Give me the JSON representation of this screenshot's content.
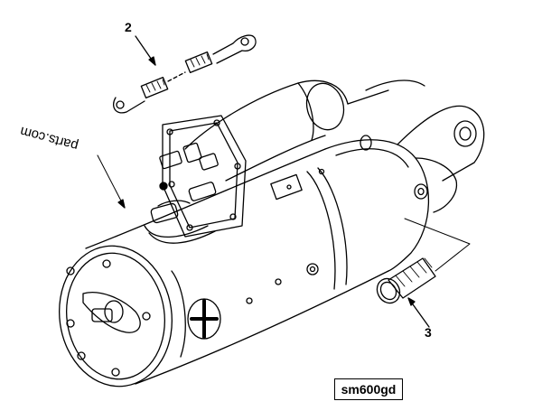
{
  "diagram": {
    "callouts": [
      {
        "id": "2",
        "label": "2"
      },
      {
        "id": "3",
        "label": "3"
      }
    ],
    "reference_code": "sm600gd",
    "watermark_text": "parts.com"
  },
  "colors": {
    "line": "#000000",
    "background": "#ffffff"
  }
}
